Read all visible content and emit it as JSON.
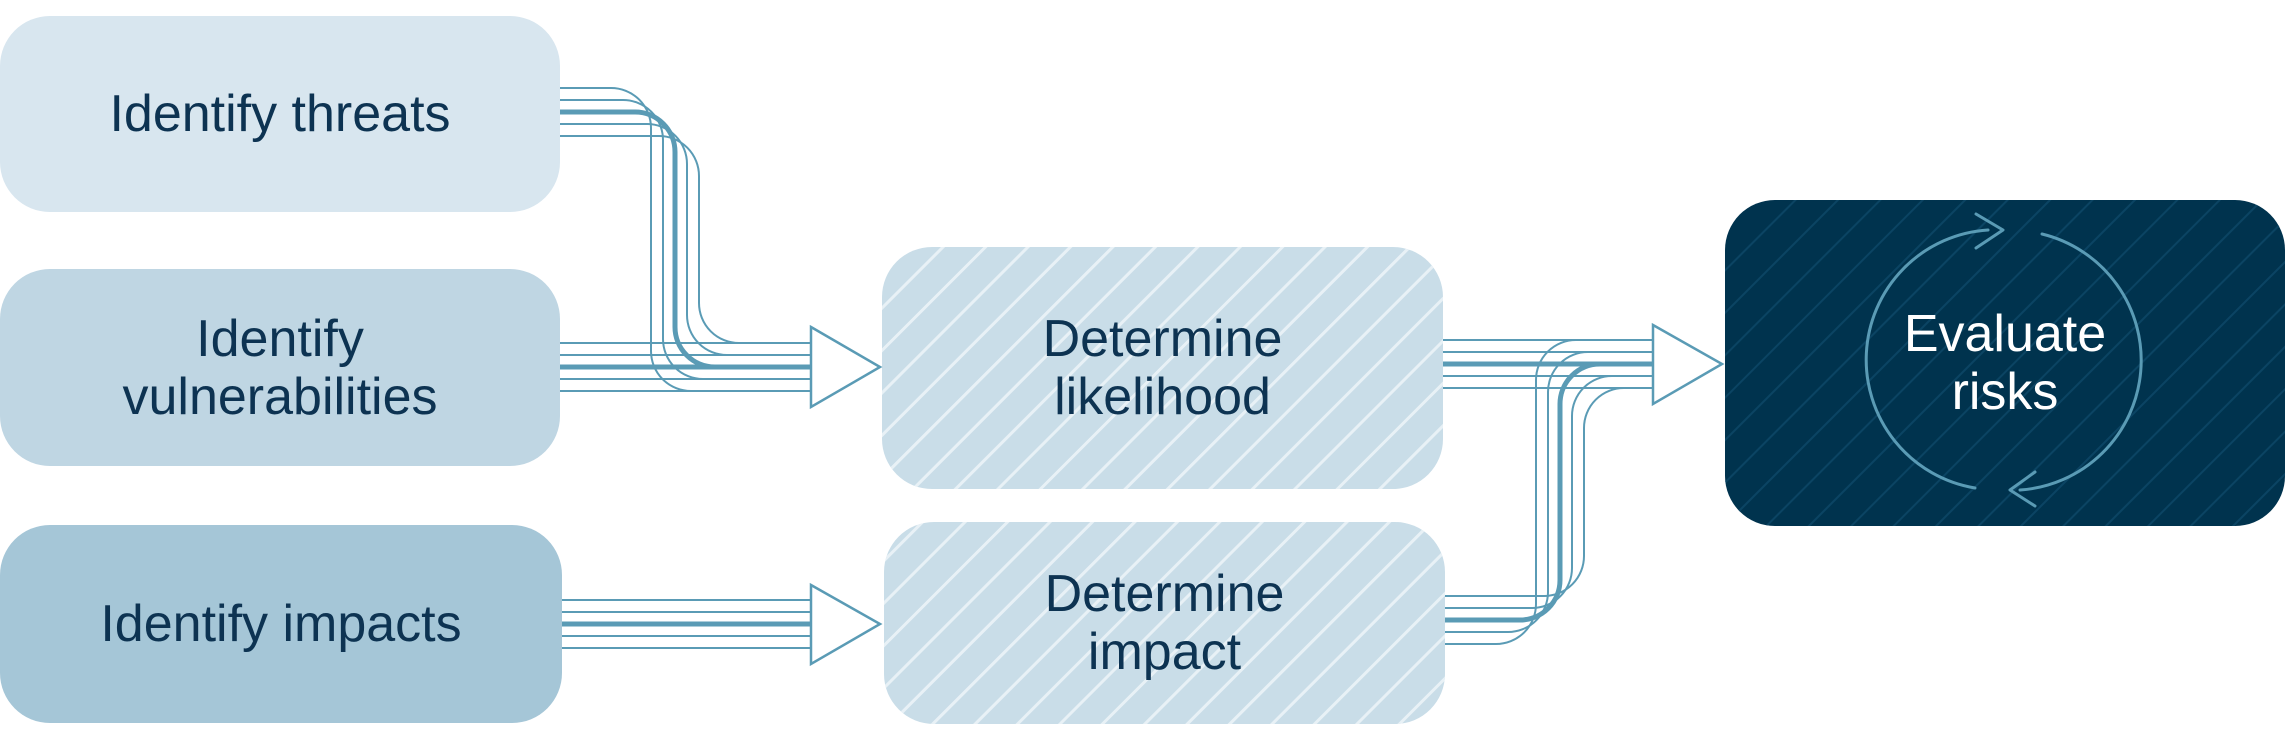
{
  "inputs": [
    {
      "id": "threats",
      "lines": [
        "Identify threats"
      ],
      "fill": "#d8e6ef"
    },
    {
      "id": "vulnerabilities",
      "lines": [
        "Identify",
        "vulnerabilities"
      ],
      "fill": "#bfd6e3"
    },
    {
      "id": "impacts",
      "lines": [
        "Identify impacts"
      ],
      "fill": "#a5c6d7"
    }
  ],
  "steps": [
    {
      "id": "likelihood",
      "lines": [
        "Determine",
        "likelihood"
      ],
      "fill": "#c9dde8"
    },
    {
      "id": "impact",
      "lines": [
        "Determine",
        "impact"
      ],
      "fill": "#c9dde8"
    }
  ],
  "result": {
    "id": "evaluate",
    "lines": [
      "Evaluate",
      "risks"
    ],
    "fill": "#00334e"
  },
  "colors": {
    "text_dark": "#0d3352",
    "text_light": "#ffffff",
    "connector": "#5a9bb5",
    "hatch_light": "#e8f1f6",
    "hatch_dark": "#0b4463",
    "cycle": "#5a9bb5"
  },
  "icons": {
    "arrowhead": "open-triangle-arrow-icon",
    "cycle": "circular-refresh-arrows-icon"
  }
}
